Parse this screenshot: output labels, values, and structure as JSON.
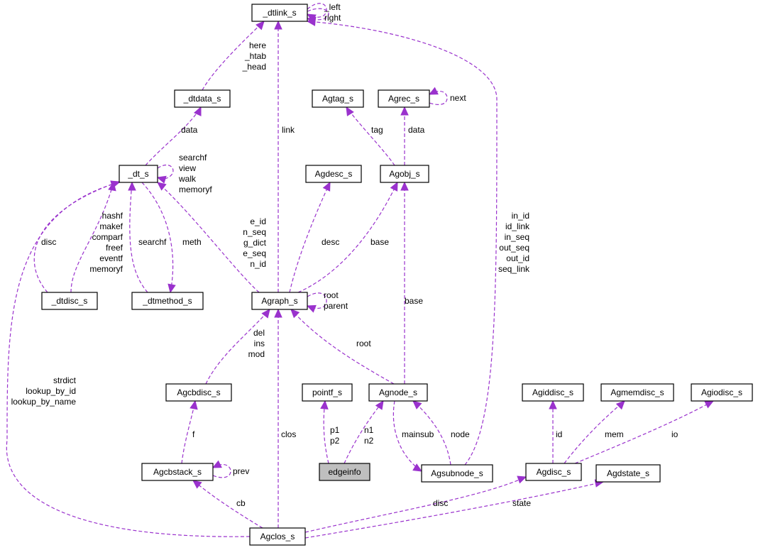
{
  "nodes": {
    "dtlink_s": "_dtlink_s",
    "dtdata_s": "_dtdata_s",
    "dt_s": "_dt_s",
    "dtdisc_s": "_dtdisc_s",
    "dtmethod_s": "_dtmethod_s",
    "agtag_s": "Agtag_s",
    "agrec_s": "Agrec_s",
    "agdesc_s": "Agdesc_s",
    "agobj_s": "Agobj_s",
    "agraph_s": "Agraph_s",
    "agcbdisc_s": "Agcbdisc_s",
    "pointf_s": "pointf_s",
    "agnode_s": "Agnode_s",
    "agiddisc_s": "Agiddisc_s",
    "agmemdisc_s": "Agmemdisc_s",
    "agiodisc_s": "Agiodisc_s",
    "agcbstack_s": "Agcbstack_s",
    "edgeinfo": "edgeinfo",
    "agsubnode_s": "Agsubnode_s",
    "agdisc_s": "Agdisc_s",
    "agdstate_s": "Agdstate_s",
    "agclos_s": "Agclos_s"
  },
  "edge_labels": {
    "dtlink_self": [
      "_left",
      "right"
    ],
    "dtdata_dtlink": [
      "here",
      "_htab",
      "_head"
    ],
    "dt_dtdata": [
      "data"
    ],
    "dt_self": [
      "searchf",
      "view",
      "walk",
      "memoryf"
    ],
    "dtdisc_disc": [
      "disc"
    ],
    "dt_dtdisc": [
      "hashf",
      "makef",
      "comparf",
      "freef",
      "eventf",
      "memoryf"
    ],
    "dt_dtmethod_searchf": [
      "searchf"
    ],
    "dtmethod_meth": [
      "meth"
    ],
    "agraph_link": [
      "link"
    ],
    "agraph_dt": [
      "e_id",
      "n_seq",
      "g_dict",
      "e_seq",
      "n_id"
    ],
    "agrec_self": [
      "next"
    ],
    "agobj_tag": [
      "tag"
    ],
    "agobj_data": [
      "data"
    ],
    "agraph_desc": [
      "desc"
    ],
    "agraph_base": [
      "base"
    ],
    "agnode_base": [
      "base"
    ],
    "agsubnode_dtlink": [
      "in_id",
      "id_link",
      "in_seq",
      "out_seq",
      "out_id",
      "seq_link"
    ],
    "agraph_self": [
      "root",
      "parent"
    ],
    "agnode_root": [
      "root"
    ],
    "agcbdisc_ops": [
      "del",
      "ins",
      "mod"
    ],
    "agclos_dt": [
      "strdict",
      "lookup_by_id",
      "lookup_by_name"
    ],
    "agcbstack_f": [
      "f"
    ],
    "agclos_clos": [
      "clos"
    ],
    "edgeinfo_pointf": [
      "p1",
      "p2"
    ],
    "edgeinfo_agnode": [
      "n1",
      "n2"
    ],
    "agsubnode_mainsub": [
      "mainsub"
    ],
    "agsubnode_node": [
      "node"
    ],
    "agdisc_id": [
      "id"
    ],
    "agdisc_mem": [
      "mem"
    ],
    "agdisc_io": [
      "io"
    ],
    "agcbstack_prev": [
      "prev"
    ],
    "agclos_cb": [
      "cb"
    ],
    "agclos_disc": [
      "disc"
    ],
    "agclos_state": [
      "state"
    ]
  },
  "colors": {
    "edge": "#9a32cd",
    "node_border": "#000000",
    "focus_fill": "#bfbfbf"
  }
}
